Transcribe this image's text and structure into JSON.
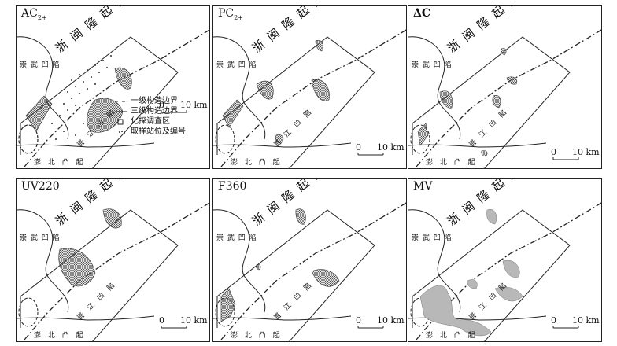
{
  "labels": {
    "chongwu_depression": "崇 武 凹 陷",
    "zhemin_uplift": "浙 闽 隆 起 区",
    "jinjiang_depression": "晋 江 凹 陷",
    "penbei_uplift": "澎 北 凸 起"
  },
  "panels": [
    {
      "id": "ac2",
      "title_main": "AC",
      "title_sub": "2+"
    },
    {
      "id": "pc2",
      "title_main": "PC",
      "title_sub": "2+"
    },
    {
      "id": "dc",
      "title_main": "ΔC",
      "title_sub": ""
    },
    {
      "id": "uv220",
      "title_main": "UV220",
      "title_sub": ""
    },
    {
      "id": "f360",
      "title_main": "F360",
      "title_sub": ""
    },
    {
      "id": "mv",
      "title_main": "MV",
      "title_sub": ""
    }
  ],
  "scale_bar": {
    "start": "0",
    "end": "10 km"
  },
  "legend": [
    {
      "symbol": "dash-dot-line",
      "label": "一级构造边界"
    },
    {
      "symbol": "thin-line",
      "label": "三级构造边界"
    },
    {
      "symbol": "rectangle",
      "label": "化探调查区"
    },
    {
      "symbol": "station-dots",
      "label": "取样站位及编号"
    }
  ]
}
